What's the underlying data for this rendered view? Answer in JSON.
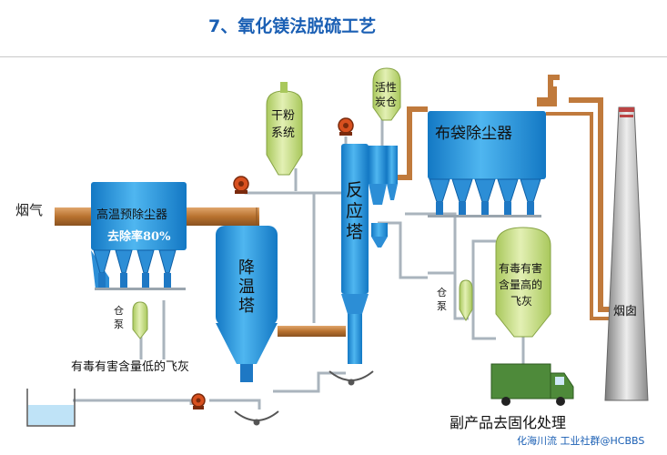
{
  "title": "7、氧化镁法脱硫工艺",
  "labels": {
    "flue_gas": "烟气",
    "pre_collector": "高温预除尘器",
    "removal_rate": "去除率80%",
    "dry_powder_1": "干粉",
    "dry_powder_2": "系统",
    "reactor_1": "反",
    "reactor_2": "应",
    "reactor_3": "塔",
    "carbon_1": "活性",
    "carbon_2": "炭仓",
    "bag_filter": "布袋除尘器",
    "cooling_1": "降",
    "cooling_2": "温",
    "cooling_3": "塔",
    "silo_pump_left_1": "仓",
    "silo_pump_left_2": "泵",
    "silo_pump_right_1": "仓",
    "silo_pump_right_2": "泵",
    "low_toxic_ash": "有毒有害含量低的飞灰",
    "high_ash_1": "有毒有害",
    "high_ash_2": "含量高的",
    "high_ash_3": "飞灰",
    "chimney": "烟囱",
    "byproduct": "副产品去固化处理",
    "watermark": "化海川流 工业社群@HCBBS"
  },
  "colors": {
    "vessel": "#1e90dc",
    "vessel_light": "#6cc3f5",
    "silo_green": "#c3dc7c",
    "pipe_brown": "#c07a3c",
    "pipe_gray": "#a9b2ba",
    "title_blue": "#1a5fb4",
    "truck_green": "#4e8a3a"
  }
}
